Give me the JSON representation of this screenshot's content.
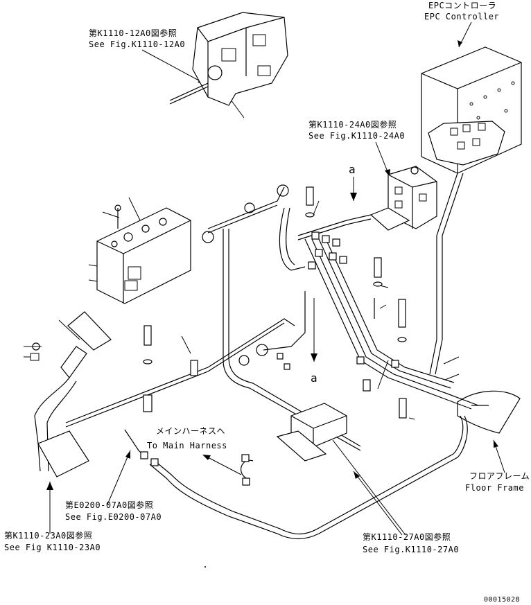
{
  "labels": {
    "epc_jp": "EPCコントローラ",
    "epc_en": "EPC Controller",
    "ref_12a0_jp": "第K1110-12A0図参照",
    "ref_12a0_en": "See Fig.K1110-12A0",
    "ref_24a0_jp": "第K1110-24A0図参照",
    "ref_24a0_en": "See Fig.K1110-24A0",
    "main_harness_jp": "メインハーネスへ",
    "main_harness_en": "To Main Harness",
    "ref_07a0_jp": "第E0200-07A0図参照",
    "ref_07a0_en": "See Fig.E0200-07A0",
    "ref_23a0_jp": "第K1110-23A0図参照",
    "ref_23a0_en": "See Fig K1110-23A0",
    "ref_27a0_jp": "第K1110-27A0図参照",
    "ref_27a0_en": "See Fig.K1110-27A0",
    "floor_jp": "フロアフレーム",
    "floor_en": "Floor Frame",
    "view_a_top": "a",
    "view_a_bottom": "a",
    "drawing_number": "00015028"
  },
  "colors": {
    "line": "#000000",
    "background": "#ffffff"
  }
}
